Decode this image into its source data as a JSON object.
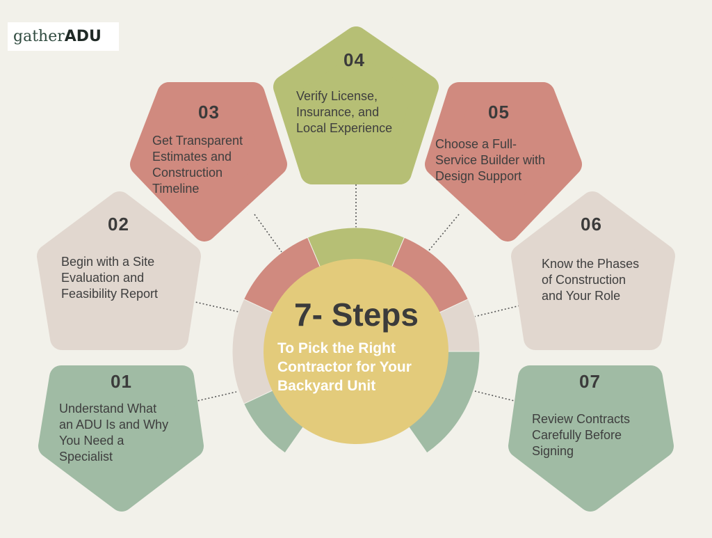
{
  "brand": {
    "part1": "gather",
    "part2": "ADU"
  },
  "center": {
    "title": "7- Steps",
    "subtitle": "To Pick the Right\nContractor for Your\nBackyard Unit"
  },
  "colors": {
    "background": "#f2f1ea",
    "green": "#a0bba4",
    "beige": "#e1d7cf",
    "red": "#d08a7f",
    "olive": "#b6bf75",
    "center": "#e3cb7b"
  },
  "steps": [
    {
      "number": "01",
      "text": "Understand What\nan ADU Is and Why\nYou Need a\nSpecialist"
    },
    {
      "number": "02",
      "text": "Begin with a Site\nEvaluation and\nFeasibility Report"
    },
    {
      "number": "03",
      "text": "Get Transparent\nEstimates and\nConstruction\nTimeline"
    },
    {
      "number": "04",
      "text": " Verify License,\nInsurance, and\nLocal Experience"
    },
    {
      "number": "05",
      "text": "Choose a Full-\nService Builder with\nDesign Support"
    },
    {
      "number": "06",
      "text": " Know the Phases\nof Construction\nand Your Role"
    },
    {
      "number": "07",
      "text": "Review Contracts\nCarefully Before\nSigning"
    }
  ]
}
